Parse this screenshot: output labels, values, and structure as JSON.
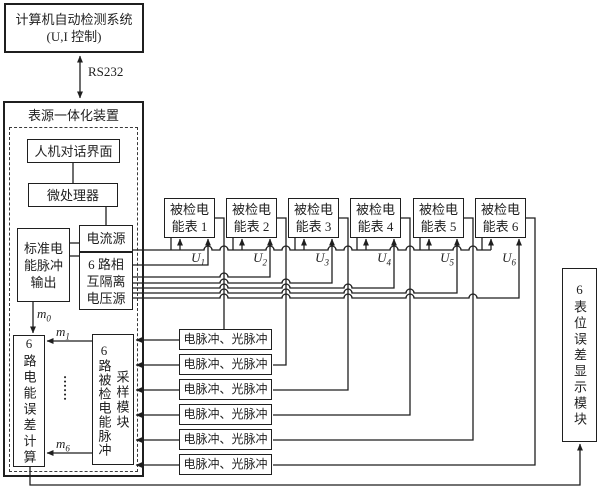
{
  "colors": {
    "ink": "#1f1f1f",
    "background": "#ffffff"
  },
  "computer_box": {
    "line1": "计算机自动检测系统",
    "line2": "(U,I 控制)"
  },
  "link_label": "RS232",
  "device_box": {
    "title": "表源一体化装置"
  },
  "hmi_box": {
    "label": "人机对话界面"
  },
  "mcu_box": {
    "label": "微处理器"
  },
  "std_pulse_box": {
    "lines": [
      "标准电",
      "能脉冲",
      "输出"
    ]
  },
  "current_source_box": {
    "label": "电流源"
  },
  "voltage_source_box": {
    "lines": [
      "6 路相",
      "互隔离",
      "电压源"
    ]
  },
  "meters": [
    {
      "lines": [
        "被检电",
        "能表 1"
      ],
      "u": {
        "base": "U",
        "sub": "1"
      }
    },
    {
      "lines": [
        "被检电",
        "能表 2"
      ],
      "u": {
        "base": "U",
        "sub": "2"
      }
    },
    {
      "lines": [
        "被检电",
        "能表 3"
      ],
      "u": {
        "base": "U",
        "sub": "3"
      }
    },
    {
      "lines": [
        "被检电",
        "能表 4"
      ],
      "u": {
        "base": "U",
        "sub": "4"
      }
    },
    {
      "lines": [
        "被检电",
        "能表 5"
      ],
      "u": {
        "base": "U",
        "sub": "5"
      }
    },
    {
      "lines": [
        "被检电",
        "能表 6"
      ],
      "u": {
        "base": "U",
        "sub": "6"
      }
    }
  ],
  "pulse_boxes": [
    "电脉冲、光脉冲",
    "电脉冲、光脉冲",
    "电脉冲、光脉冲",
    "电脉冲、光脉冲",
    "电脉冲、光脉冲",
    "电脉冲、光脉冲"
  ],
  "sampling_box": {
    "col_main": "6路被检电能脉冲",
    "col_side": "采样模块"
  },
  "error_box": {
    "label": "6路电能误差计算"
  },
  "display_box": {
    "label": "6表位误差显示模块"
  },
  "flow_labels": {
    "m0": {
      "base": "m",
      "sub": "0"
    },
    "m1": {
      "base": "m",
      "sub": "1"
    },
    "m6": {
      "base": "m",
      "sub": "6"
    },
    "dots": "······"
  }
}
